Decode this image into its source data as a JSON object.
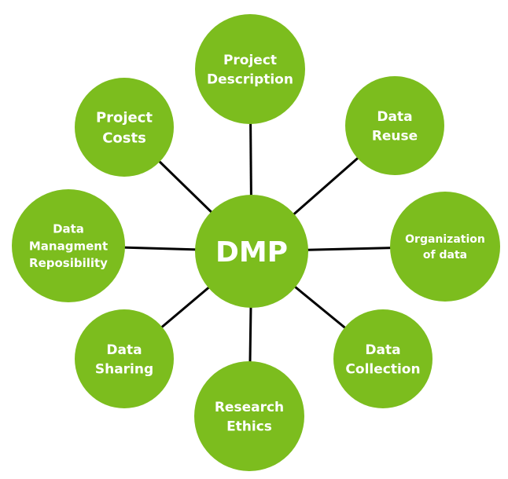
{
  "center": {
    "label": "DMP"
  },
  "nodes": [
    {
      "id": "project-description",
      "lines": [
        "Project",
        "Description"
      ]
    },
    {
      "id": "data-reuse",
      "lines": [
        "Data",
        "Reuse"
      ]
    },
    {
      "id": "organization-of-data",
      "lines": [
        "Organization",
        "of data"
      ]
    },
    {
      "id": "data-collection",
      "lines": [
        "Data",
        "Collection"
      ]
    },
    {
      "id": "research-ethics",
      "lines": [
        "Research",
        "Ethics"
      ]
    },
    {
      "id": "data-sharing",
      "lines": [
        "Data",
        "Sharing"
      ]
    },
    {
      "id": "data-management-responsibility",
      "lines": [
        "Data",
        "Managment",
        "Reposibility"
      ]
    },
    {
      "id": "project-costs",
      "lines": [
        "Project",
        "Costs"
      ]
    }
  ],
  "colors": {
    "node": "#7cbd1e",
    "edge": "#000000",
    "text": "#ffffff"
  }
}
